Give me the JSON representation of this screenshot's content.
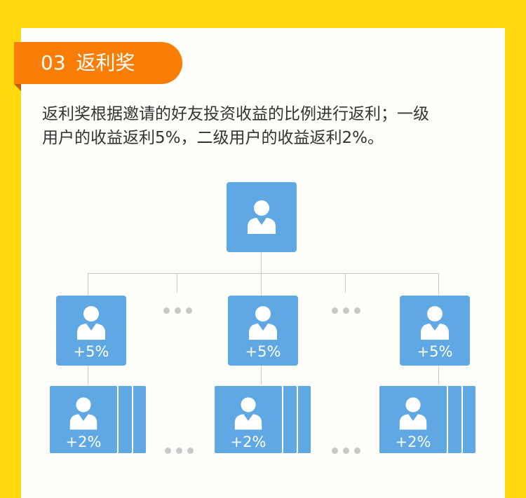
{
  "section": {
    "number": "03",
    "title": "返利奖"
  },
  "description": {
    "line1": "返利奖根据邀请的好友投资收益的比例进行返利；一级",
    "line2": "用户的收益返利5%，二级用户的收益返利2%。"
  },
  "diagram": {
    "root": {
      "icon": "user-icon"
    },
    "level1": [
      {
        "label": "+5%",
        "icon": "user-icon"
      },
      {
        "label": "+5%",
        "icon": "user-icon"
      },
      {
        "label": "+5%",
        "icon": "user-icon"
      }
    ],
    "level2": [
      {
        "label": "+2%",
        "icon": "user-icon"
      },
      {
        "label": "+2%",
        "icon": "user-icon"
      },
      {
        "label": "+2%",
        "icon": "user-icon"
      }
    ]
  },
  "colors": {
    "background": "#FFD90F",
    "banner": "#F97E07",
    "node": "#5FA8E3",
    "connector": "#C8C8C8"
  }
}
